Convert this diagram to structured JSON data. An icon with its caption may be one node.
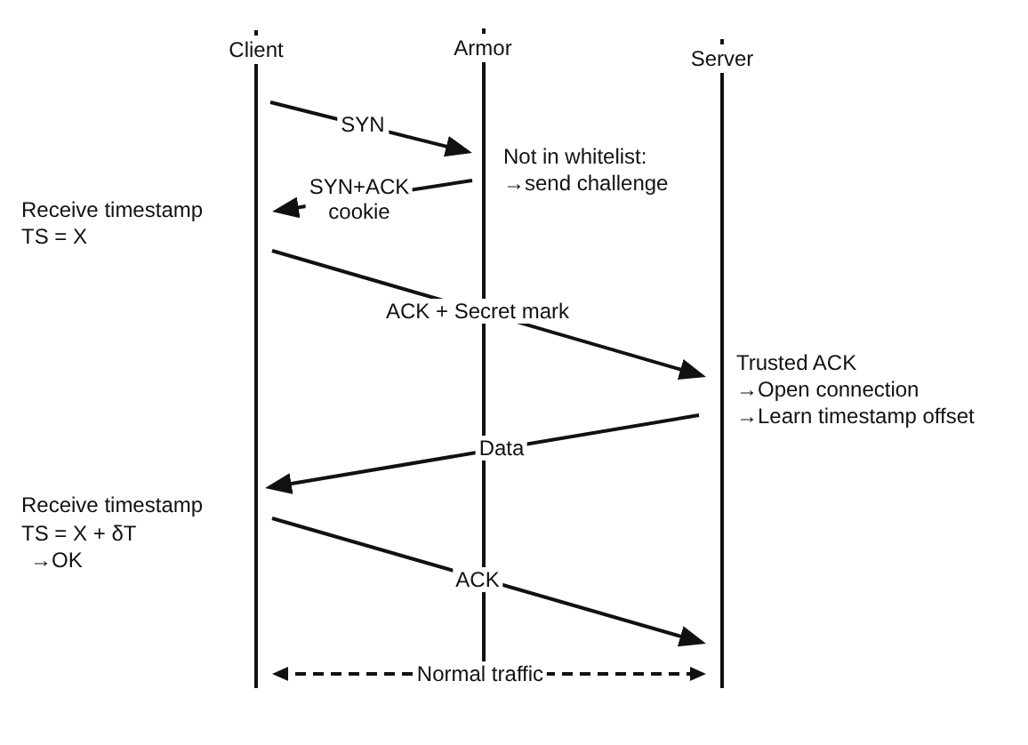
{
  "diagram": {
    "nodes": [
      {
        "text": [
          "Client"
        ]
      },
      {
        "text": [
          "Armor"
        ]
      },
      {
        "text": [
          "Server"
        ]
      }
    ],
    "edges": [
      {
        "from": 0,
        "to": 1,
        "arrow": "to",
        "label": "SYN"
      },
      {
        "from": 1,
        "to": 0,
        "arrow": "to",
        "label": "SYN+ACK cookie"
      },
      {
        "from": 0,
        "to": 2,
        "arrow": "to",
        "label": "ACK + Secret mark"
      },
      {
        "from": 2,
        "to": 0,
        "arrow": "to",
        "label": "Data"
      },
      {
        "from": 0,
        "to": 2,
        "arrow": "to",
        "label": "ACK"
      },
      {
        "from": 0,
        "to": 2,
        "arrow": "both",
        "label": "Normal traffic",
        "style": "dashed"
      }
    ],
    "labels": [
      "Not in whitelist: →send challenge",
      "Receive timestamp TS = X",
      "Trusted ACK →Open connection →Learn timestamp offset",
      "Receive timestamp TS = X + δT →OK"
    ]
  }
}
